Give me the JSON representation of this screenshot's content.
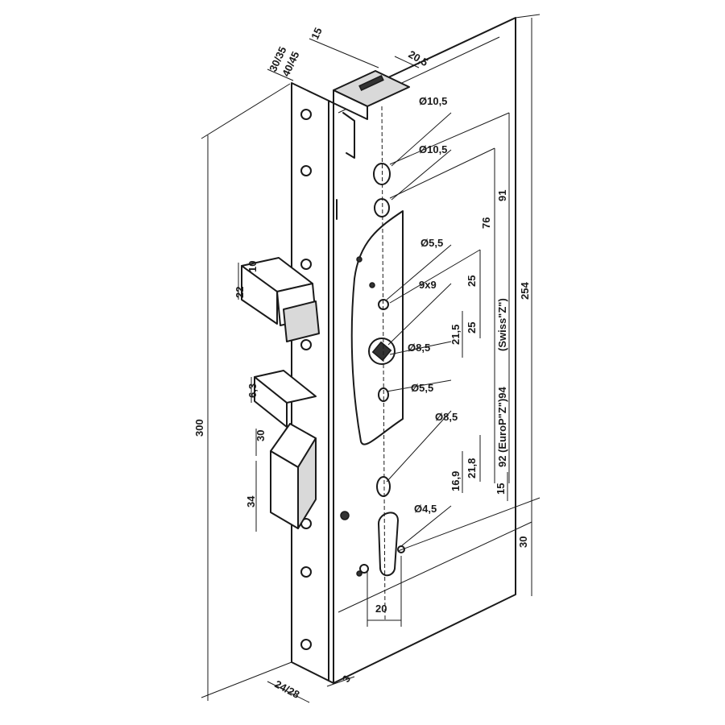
{
  "dimensions": {
    "backset_a": "30/35",
    "backset_b": "40/45",
    "top_depth": "15",
    "top_offset": "20,5",
    "d_top1": "Ø10,5",
    "d_top2": "Ø10,5",
    "h_91": "91",
    "h_76": "76",
    "d_mid": "Ø5,5",
    "sq_9x9": "9x9",
    "h_25a": "25",
    "h_25b": "25",
    "h_21_5": "21,5",
    "d_8_5a": "Ø8,5",
    "h_254": "254",
    "profile_label": "(Swiss\"Z\")",
    "d_5_5b": "Ø5,5",
    "d_8_5b": "Ø8,5",
    "euro_label": "92 (EuroP\"Z\")94",
    "h_21_8": "21,8",
    "h_16_9": "16,9",
    "h_15": "15",
    "d_4_5": "Ø4,5",
    "h_30_bottom": "30",
    "w_20": "20",
    "h_300": "300",
    "faceplate": "24/28",
    "faceplate_thick": "3",
    "latch_22": "22",
    "latch_10": "10",
    "bolt_6": "6,3",
    "bolt_30": "30",
    "bolt_34": "34"
  }
}
